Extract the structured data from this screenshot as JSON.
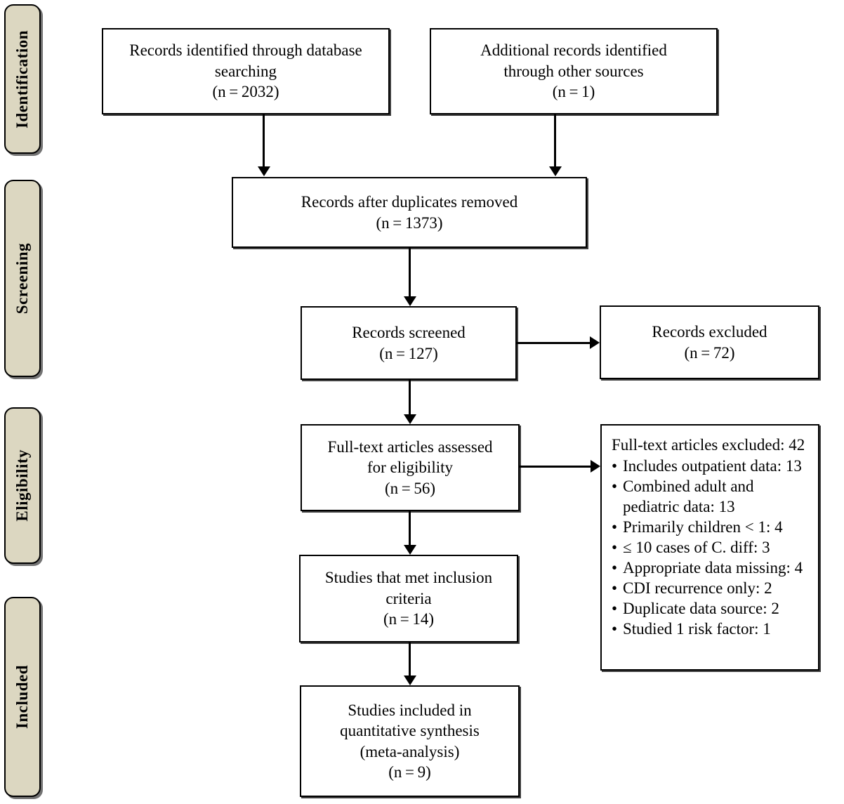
{
  "diagram": {
    "type": "prisma-flow-diagram",
    "title": "PRISMA study selection flow diagram",
    "stage_tab_color": "#dcd7c1",
    "box_border_color": "#000000",
    "background_color": "#ffffff"
  },
  "stages": [
    {
      "id": "identification",
      "label": "Identification"
    },
    {
      "id": "screening",
      "label": "Screening"
    },
    {
      "id": "eligibility",
      "label": "Eligibility"
    },
    {
      "id": "included",
      "label": "Included"
    }
  ],
  "boxes": {
    "records_database": {
      "text": "Records identified through database\nsearching\n(n = 2032)",
      "n_label": "(n = 2032)",
      "n": 2032
    },
    "records_other": {
      "text": "Additional records identified\nthrough other sources\n(n = 1)",
      "n_label": "(n = 1)",
      "n": 1
    },
    "after_duplicates": {
      "text": "Records after duplicates removed\n(n = 1373)",
      "n_label": "(n = 1373)",
      "n": 1373
    },
    "records_screened": {
      "text": "Records screened\n(n = 127)",
      "n_label": "(n = 127)",
      "n": 127
    },
    "records_excluded": {
      "text": "Records excluded\n(n = 72)",
      "n_label": "(n = 72)",
      "n": 72
    },
    "fulltext_assessed": {
      "text": "Full-text articles assessed\nfor eligibility\n(n = 56)",
      "n_label": "(n = 56)",
      "n": 56
    },
    "met_inclusion": {
      "text": "Studies that met inclusion\ncriteria\n(n = 14)",
      "n_label": "(n = 14)",
      "n": 14
    },
    "quantitative_synthesis": {
      "text": "Studies included in\nquantitative synthesis\n(meta-analysis)\n(n = 9)",
      "n_label": "(n = 9)",
      "n": 9
    }
  },
  "fulltext_excluded": {
    "title": "Full-text articles excluded: 42",
    "total": 42,
    "reasons": [
      {
        "label": "Includes outpatient data: 13",
        "count": 13
      },
      {
        "label": "Combined adult and\n pediatric data: 13",
        "count": 13
      },
      {
        "label": "Primarily children < 1: 4",
        "count": 4
      },
      {
        "label": "≤ 10 cases of C. diff: 3",
        "count": 3
      },
      {
        "label": "Appropriate data missing: 4",
        "count": 4
      },
      {
        "label": "CDI recurrence only: 2",
        "count": 2
      },
      {
        "label": "Duplicate data source: 2",
        "count": 2
      },
      {
        "label": "Studied 1 risk factor: 1",
        "count": 1
      }
    ]
  }
}
